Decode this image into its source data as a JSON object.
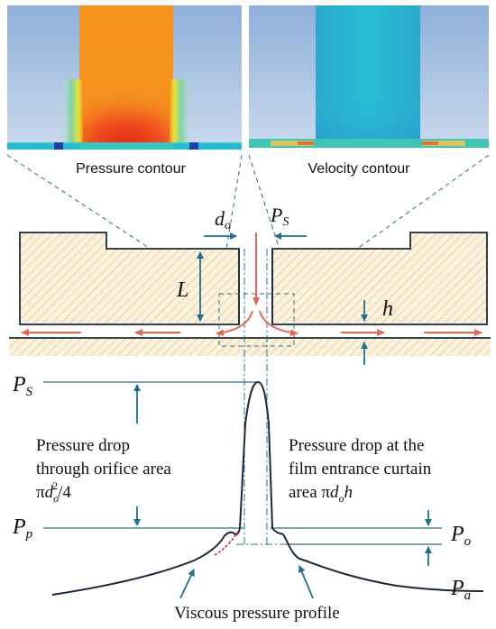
{
  "captions": {
    "pressure_contour": "Pressure contour",
    "velocity_contour": "Velocity contour"
  },
  "symbols": {
    "d": "d",
    "d_sub": "o",
    "P": "P",
    "S_sub": "S",
    "p_sub": "p",
    "o_sub": "o",
    "a_sub": "a",
    "L": "L",
    "h": "h"
  },
  "annotations": {
    "left_line1": "Pressure drop",
    "left_line2": "through orifice area",
    "left_formula_pi": "π",
    "left_formula_d": "d",
    "left_formula_sub": "o",
    "left_formula_sup": "2",
    "left_formula_tail": "/4",
    "right_line1": "Pressure drop at the",
    "right_line2": "film entrance curtain",
    "right_line3_text": "area ",
    "right_formula_pi": "π",
    "right_formula_d": "d",
    "right_formula_sub": "o",
    "right_formula_h": "h",
    "bottom_label": "Viscous pressure profile"
  },
  "colors": {
    "outline": "#1a2a3a",
    "arrow_blue": "#1f6f8f",
    "arrow_red": "#e8674f",
    "dashed": "#2a6f8a",
    "hatch_fill": "#fbf1dc",
    "hatch_line": "#d9c07a",
    "pressure_orange": "#f6921e",
    "pressure_red": "#e9311a",
    "velocity_cyan": "#25b6d2"
  }
}
